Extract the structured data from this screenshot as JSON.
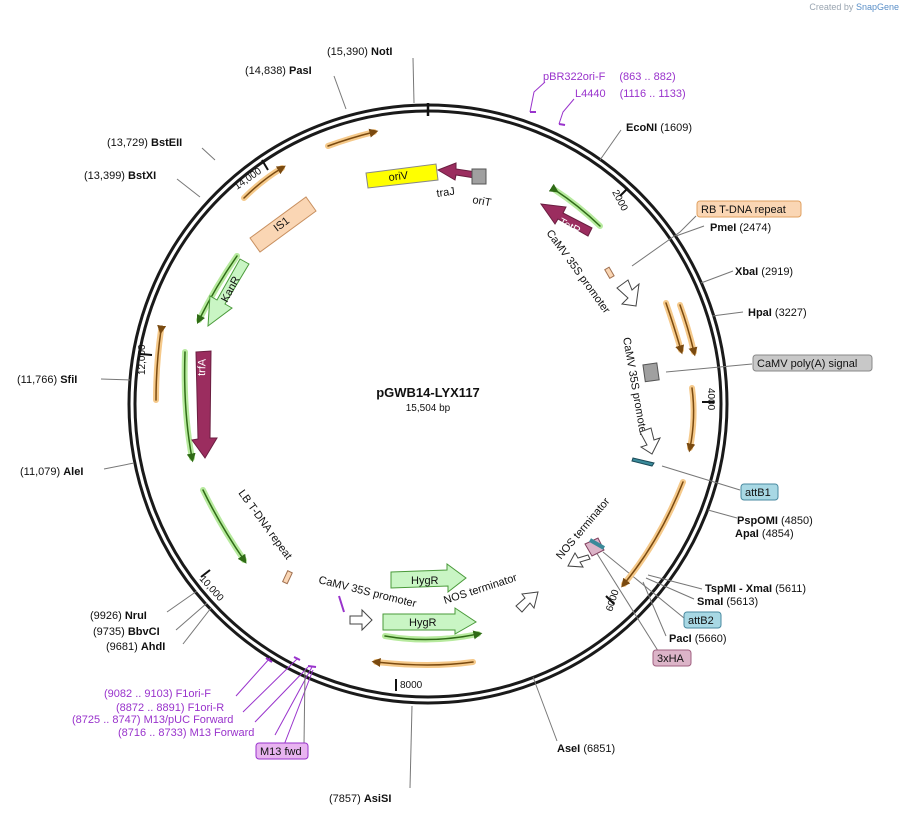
{
  "credit": {
    "prefix": "Created by",
    "brand": "SnapGene"
  },
  "plasmid": {
    "name": "pGWB14-LYX117",
    "size_label": "15,504 bp"
  },
  "ticks": [
    "2000",
    "4000",
    "6000",
    "8000",
    "10,000",
    "12,000",
    "14,000"
  ],
  "sites": [
    {
      "coord": "(15,390)",
      "name": "NotI"
    },
    {
      "coord": "(14,838)",
      "name": "PasI"
    },
    {
      "coord": "(13,729)",
      "name": "BstEII"
    },
    {
      "coord": "(13,399)",
      "name": "BstXI"
    },
    {
      "coord": "(11,766)",
      "name": "SfiI"
    },
    {
      "coord": "(11,079)",
      "name": "AleI"
    },
    {
      "coord": "(9926)",
      "name": "NruI"
    },
    {
      "coord": "(9735)",
      "name": "BbvCI"
    },
    {
      "coord": "(9681)",
      "name": "AhdI"
    },
    {
      "coord": "(7857)",
      "name": "AsiSI"
    },
    {
      "coord": "(6851)",
      "name": "AseI"
    },
    {
      "coord": "(1609)",
      "name": "EcoNI"
    },
    {
      "coord": "(2474)",
      "name": "PmeI"
    },
    {
      "coord": "(2919)",
      "name": "XbaI"
    },
    {
      "coord": "(3227)",
      "name": "HpaI"
    },
    {
      "coord": "(4850)",
      "name": "PspOMI"
    },
    {
      "coord": "(4854)",
      "name": "ApaI"
    },
    {
      "coord": "(5611)",
      "name": "TspMI - XmaI"
    },
    {
      "coord": "(5613)",
      "name": "SmaI"
    },
    {
      "coord": "(5660)",
      "name": "PacI"
    }
  ],
  "primers": [
    {
      "name": "pBR322ori-F",
      "range": "(863 .. 882)"
    },
    {
      "name": "L4440",
      "range": "(1116 .. 1133)"
    },
    {
      "range": "(9082 .. 9103)",
      "name": "F1ori-F"
    },
    {
      "range": "(8872 .. 8891)",
      "name": "F1ori-R"
    },
    {
      "range": "(8725 .. 8747)",
      "name": "M13/pUC Forward"
    },
    {
      "range": "(8716 .. 8733)",
      "name": "M13 Forward"
    }
  ],
  "boxed_features": {
    "rb_tdna": "RB T-DNA repeat",
    "camv_polya": "CaMV poly(A) signal",
    "attb1": "attB1",
    "attb2": "attB2",
    "ha3x": "3xHA",
    "m13fwd": "M13 fwd"
  },
  "features": {
    "oriV": "oriV",
    "traJ": "traJ",
    "oriT": "oriT",
    "tetR": "TetR",
    "is1": "IS1",
    "kanR": "KanR",
    "trfA": "trfA",
    "camv35s_a": "CaMV 35S promoter",
    "camv35s_b": "CaMV 35S promoter",
    "camv35s_c": "CaMV 35S promoter",
    "nos_a": "NOS terminator",
    "nos_b": "NOS terminator",
    "lb_tdna": "LB T-DNA repeat",
    "hygR_1": "HygR",
    "hygR_2": "HygR"
  },
  "colors": {
    "backbone": "#1a1a1a",
    "orf_orange": "#f5b14d",
    "orf_green": "#8ed66b",
    "tetR": "#9b2d5f",
    "oriV": "#ffff00",
    "is1": "#fad6b4",
    "kanR": "#c9f5c4",
    "hygR": "#c9f5c4",
    "primer": "#9933cc",
    "attb": "#a8d8e4",
    "ha": "#dcb4c8",
    "m13box": "#e8b4f0"
  }
}
